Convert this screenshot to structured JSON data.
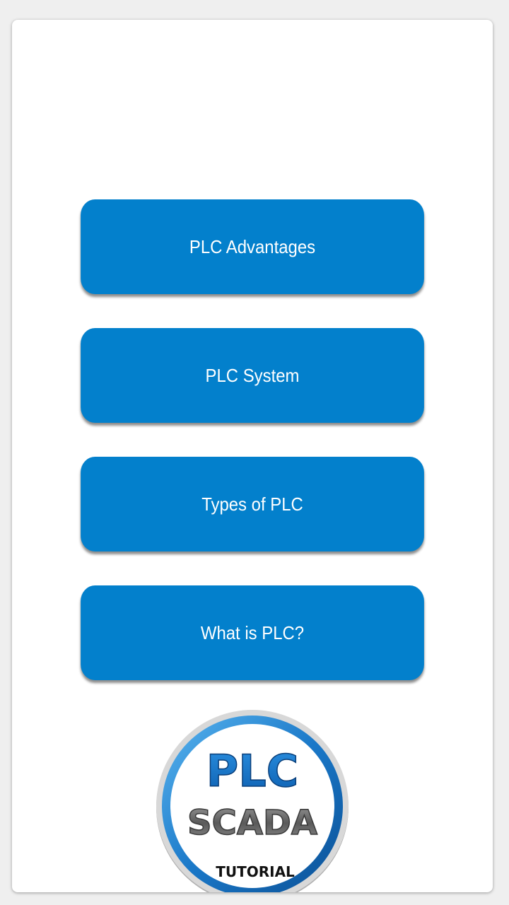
{
  "colors": {
    "button_bg": "#0380cc",
    "button_text": "#ffffff",
    "logo_blue": "#1a78c8",
    "logo_gray": "#6e6e6e"
  },
  "menu": {
    "items": [
      {
        "label": "PLC Advantages"
      },
      {
        "label": "PLC System"
      },
      {
        "label": "Types of PLC"
      },
      {
        "label": "What is PLC?"
      }
    ]
  },
  "logo": {
    "line1": "PLC",
    "line2": "SCADA",
    "line3": "TUTORIAL"
  }
}
